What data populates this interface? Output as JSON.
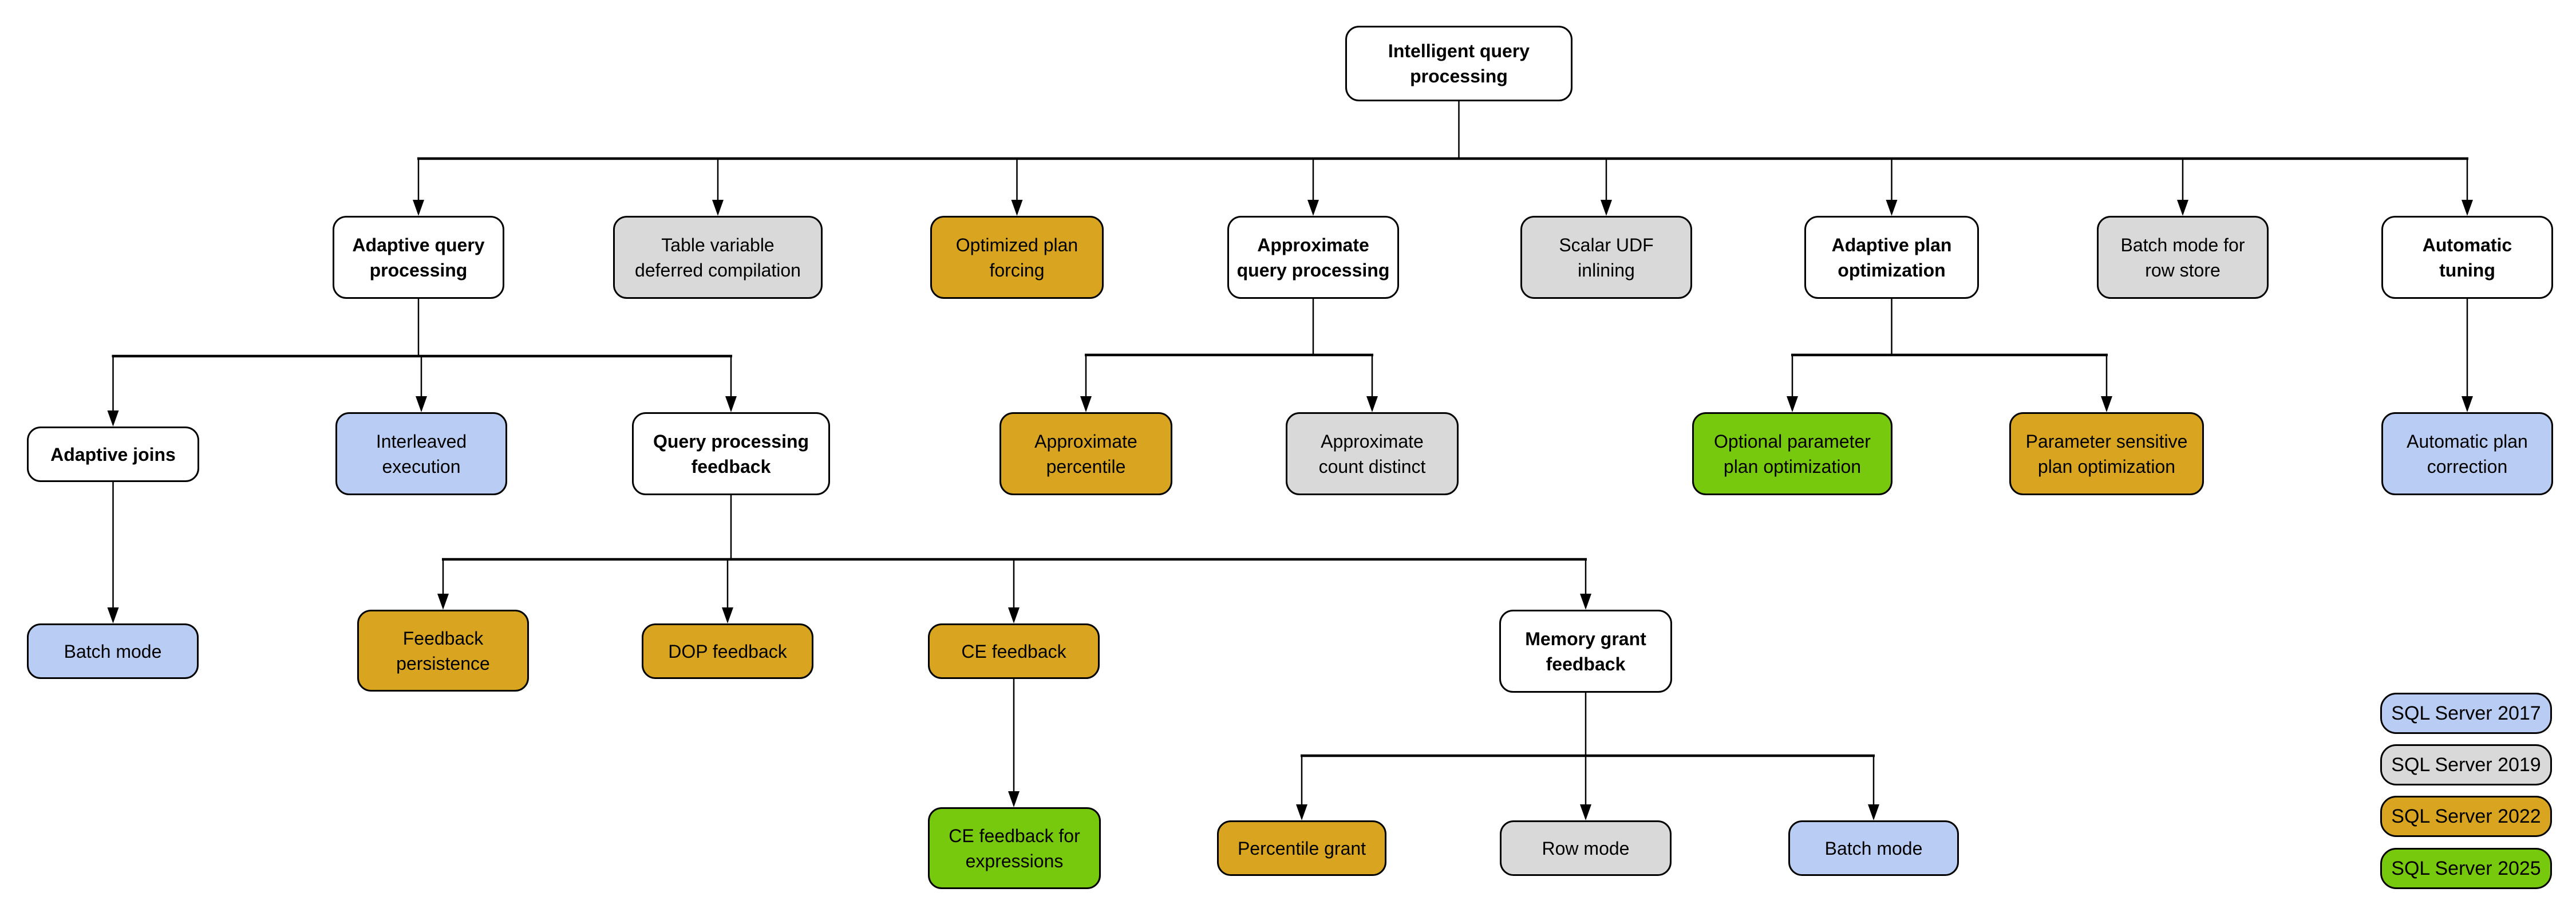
{
  "diagram": {
    "root_label": "Intelligent query processing"
  },
  "colors": {
    "white": "#ffffff",
    "gray": "#d9d9d9",
    "gold": "#d9a521",
    "blue": "#b9cdf4",
    "green": "#76c90d",
    "border": "#000000",
    "line": "#000000"
  },
  "nodes": [
    {
      "id": "root",
      "label": "Intelligent query\nprocessing",
      "color": "white",
      "bold": true
    },
    {
      "id": "aqp",
      "label": "Adaptive query\nprocessing",
      "color": "white",
      "bold": true
    },
    {
      "id": "tvdc",
      "label": "Table variable\ndeferred compilation",
      "color": "gray",
      "bold": false
    },
    {
      "id": "opf",
      "label": "Optimized plan\nforcing",
      "color": "gold",
      "bold": false
    },
    {
      "id": "axqp",
      "label": "Approximate\nquery processing",
      "color": "white",
      "bold": true
    },
    {
      "id": "sudf",
      "label": "Scalar UDF\ninlining",
      "color": "gray",
      "bold": false
    },
    {
      "id": "apo",
      "label": "Adaptive plan\noptimization",
      "color": "white",
      "bold": true
    },
    {
      "id": "bmrs",
      "label": "Batch mode for\nrow store",
      "color": "gray",
      "bold": false
    },
    {
      "id": "at",
      "label": "Automatic\ntuning",
      "color": "white",
      "bold": true
    },
    {
      "id": "aj",
      "label": "Adaptive joins",
      "color": "white",
      "bold": true
    },
    {
      "id": "ie",
      "label": "Interleaved\nexecution",
      "color": "blue",
      "bold": false
    },
    {
      "id": "qpf",
      "label": "Query processing\nfeedback",
      "color": "white",
      "bold": true
    },
    {
      "id": "ap",
      "label": "Approximate\npercentile",
      "color": "gold",
      "bold": false
    },
    {
      "id": "acd",
      "label": "Approximate\ncount distinct",
      "color": "gray",
      "bold": false
    },
    {
      "id": "oppo",
      "label": "Optional parameter\nplan optimization",
      "color": "green",
      "bold": false
    },
    {
      "id": "pspo",
      "label": "Parameter sensitive\nplan optimization",
      "color": "gold",
      "bold": false
    },
    {
      "id": "apc",
      "label": "Automatic plan\ncorrection",
      "color": "blue",
      "bold": false
    },
    {
      "id": "bm1",
      "label": "Batch mode",
      "color": "blue",
      "bold": false
    },
    {
      "id": "fp",
      "label": "Feedback\npersistence",
      "color": "gold",
      "bold": false
    },
    {
      "id": "dop",
      "label": "DOP feedback",
      "color": "gold",
      "bold": false
    },
    {
      "id": "cef",
      "label": "CE feedback",
      "color": "gold",
      "bold": false
    },
    {
      "id": "mgf",
      "label": "Memory grant\nfeedback",
      "color": "white",
      "bold": true
    },
    {
      "id": "cefe",
      "label": "CE feedback for\nexpressions",
      "color": "green",
      "bold": false
    },
    {
      "id": "pg",
      "label": "Percentile grant",
      "color": "gold",
      "bold": false
    },
    {
      "id": "rm",
      "label": "Row mode",
      "color": "gray",
      "bold": false
    },
    {
      "id": "bm2",
      "label": "Batch mode",
      "color": "blue",
      "bold": false
    }
  ],
  "edges": [
    {
      "from": "root",
      "to": [
        "aqp",
        "tvdc",
        "opf",
        "axqp",
        "sudf",
        "apo",
        "bmrs",
        "at"
      ]
    },
    {
      "from": "aqp",
      "to": [
        "aj",
        "ie",
        "qpf"
      ]
    },
    {
      "from": "axqp",
      "to": [
        "ap",
        "acd"
      ]
    },
    {
      "from": "apo",
      "to": [
        "oppo",
        "pspo"
      ]
    },
    {
      "from": "at",
      "to": [
        "apc"
      ]
    },
    {
      "from": "aj",
      "to": [
        "bm1"
      ]
    },
    {
      "from": "qpf",
      "to": [
        "fp",
        "dop",
        "cef",
        "mgf"
      ]
    },
    {
      "from": "cef",
      "to": [
        "cefe"
      ]
    },
    {
      "from": "mgf",
      "to": [
        "pg",
        "rm",
        "bm2"
      ]
    }
  ],
  "legend": [
    {
      "label": "SQL Server 2017",
      "color": "blue"
    },
    {
      "label": "SQL Server 2019",
      "color": "gray"
    },
    {
      "label": "SQL Server 2022",
      "color": "gold"
    },
    {
      "label": "SQL Server 2025",
      "color": "green"
    }
  ]
}
